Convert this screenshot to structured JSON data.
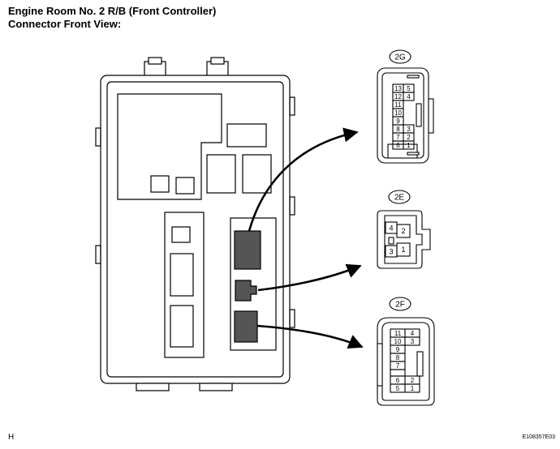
{
  "title": {
    "line1": "Engine Room No. 2 R/B (Front Controller)",
    "line2": "Connector Front View:"
  },
  "connectors": {
    "c2g": {
      "label": "2G",
      "pins": [
        "13",
        "5",
        "12",
        "4",
        "11",
        "10",
        "9",
        "8",
        "3",
        "7",
        "2",
        "6",
        "1"
      ]
    },
    "c2e": {
      "label": "2E",
      "pins": [
        "4",
        "2",
        "3",
        "1"
      ]
    },
    "c2f": {
      "label": "2F",
      "pins": [
        "11",
        "4",
        "10",
        "3",
        "9",
        "8",
        "7",
        "6",
        "2",
        "5",
        "1"
      ]
    }
  },
  "footer": {
    "left": "H",
    "right": "E108357E03"
  }
}
